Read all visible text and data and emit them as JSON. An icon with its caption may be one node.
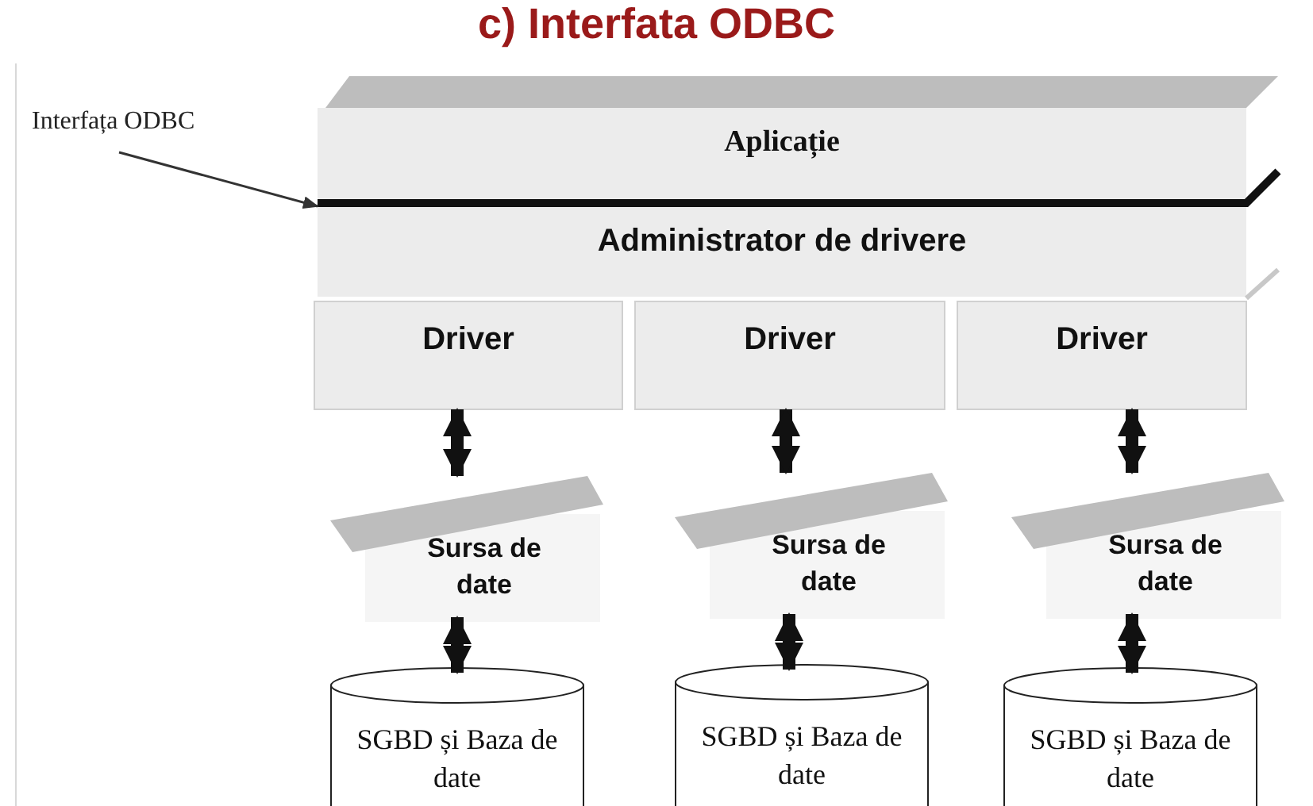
{
  "diagram": {
    "title": "c) Interfata ODBC",
    "nodes": [
      {
        "text": [
          "Interfața ODBC"
        ]
      },
      {
        "text": [
          "Aplicație"
        ]
      },
      {
        "text": [
          "Administrator de drivere"
        ]
      },
      {
        "text": [
          "Driver"
        ]
      },
      {
        "text": [
          "Driver"
        ]
      },
      {
        "text": [
          "Driver"
        ]
      },
      {
        "text": [
          "Sursa de date"
        ]
      },
      {
        "text": [
          "Sursa de date"
        ]
      },
      {
        "text": [
          "Sursa de date"
        ]
      },
      {
        "text": [
          "SGBD  și Baza de date"
        ]
      },
      {
        "text": [
          "SGBD  și Baza de date"
        ]
      },
      {
        "text": [
          "SGBD  și Baza de date"
        ]
      }
    ],
    "edges": [
      {
        "from": 0,
        "to": 2,
        "arrow": "to"
      },
      {
        "from": 3,
        "to": 6,
        "arrow": "both"
      },
      {
        "from": 4,
        "to": 7,
        "arrow": "both"
      },
      {
        "from": 5,
        "to": 8,
        "arrow": "both"
      },
      {
        "from": 6,
        "to": 9,
        "arrow": "both"
      },
      {
        "from": 7,
        "to": 10,
        "arrow": "both"
      },
      {
        "from": 8,
        "to": 11,
        "arrow": "both"
      }
    ]
  }
}
